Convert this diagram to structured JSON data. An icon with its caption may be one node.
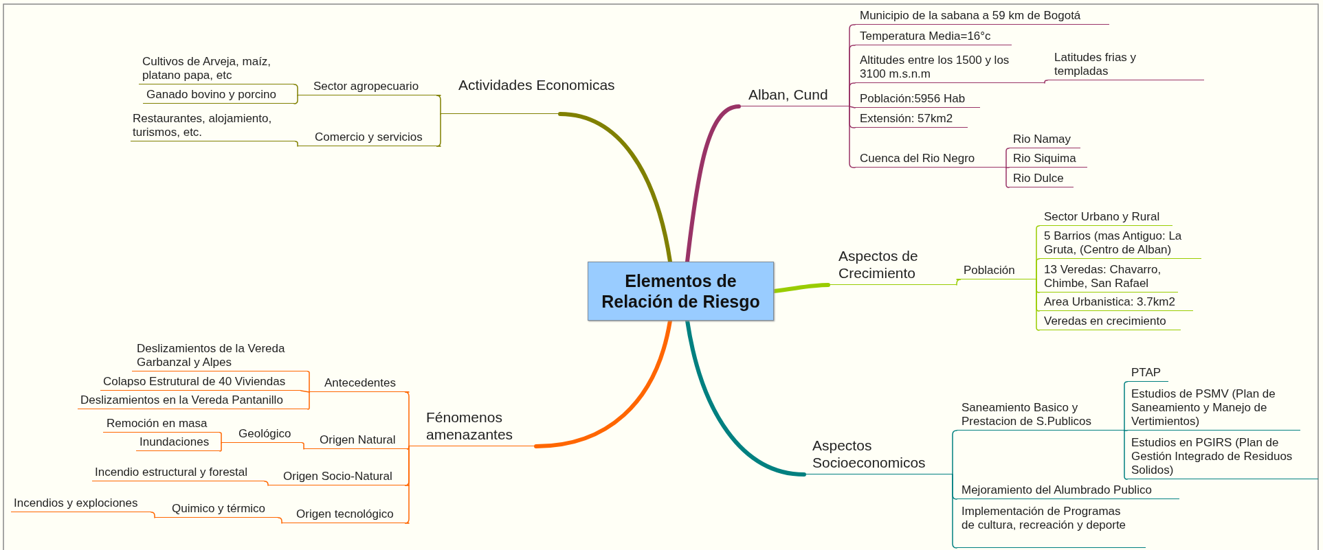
{
  "diagram": {
    "nodes": [
      {
        "text": [
          "Elementos de Relación de Riesgo"
        ]
      },
      {
        "text": [
          "Actividades Economicas"
        ]
      },
      {
        "text": [
          "Sector agropecuario"
        ]
      },
      {
        "text": [
          "Cultivos de Arveja, maíz, platano papa, etc"
        ]
      },
      {
        "text": [
          "Ganado bovino y porcino"
        ]
      },
      {
        "text": [
          "Comercio y servicios"
        ]
      },
      {
        "text": [
          "Restaurantes, alojamiento, turismos, etc."
        ]
      },
      {
        "text": [
          "Alban, Cund"
        ]
      },
      {
        "text": [
          "Municipio de la sabana a 59 km de Bogotá"
        ]
      },
      {
        "text": [
          "Temperatura Media=16°c"
        ]
      },
      {
        "text": [
          "Altitudes entre los 1500 y los 3100 m.s.n.m"
        ]
      },
      {
        "text": [
          "Latitudes frias y templadas"
        ]
      },
      {
        "text": [
          "Población:5956 Hab"
        ]
      },
      {
        "text": [
          "Extensión: 57km2"
        ]
      },
      {
        "text": [
          "Cuenca del Rio Negro"
        ]
      },
      {
        "text": [
          "Rio Namay"
        ]
      },
      {
        "text": [
          "Rio Siquima"
        ]
      },
      {
        "text": [
          "Rio Dulce"
        ]
      },
      {
        "text": [
          "Aspectos de Crecimiento"
        ]
      },
      {
        "text": [
          "Población"
        ]
      },
      {
        "text": [
          "Sector Urbano y Rural"
        ]
      },
      {
        "text": [
          "5 Barrios (mas Antiguo: La Gruta, (Centro de Alban)"
        ]
      },
      {
        "text": [
          "13 Veredas: Chavarro, Chimbe, San Rafael"
        ]
      },
      {
        "text": [
          "Area Urbanistica: 3.7km2"
        ]
      },
      {
        "text": [
          "Veredas en crecimiento"
        ]
      },
      {
        "text": [
          "Aspectos Socioeconomicos"
        ]
      },
      {
        "text": [
          "Saneamiento Basico y Prestacion de S.Publicos"
        ]
      },
      {
        "text": [
          "PTAP"
        ]
      },
      {
        "text": [
          "Estudios de PSMV (Plan de Saneamiento y Manejo de Vertimientos)"
        ]
      },
      {
        "text": [
          "Estudios en PGIRS (Plan de Gestión Integrado de Residuos Solidos)"
        ]
      },
      {
        "text": [
          "Mejoramiento del Alumbrado Publico"
        ]
      },
      {
        "text": [
          "Implementación de Programas de cultura, recreación y deporte"
        ]
      },
      {
        "text": [
          "Fénomenos amenazantes"
        ]
      },
      {
        "text": [
          "Antecedentes"
        ]
      },
      {
        "text": [
          "Deslizamientos de la Vereda Garbanzal y Alpes"
        ]
      },
      {
        "text": [
          "Colapso Estrutural de 40 Viviendas"
        ]
      },
      {
        "text": [
          "Deslizamientos en la Vereda Pantanillo"
        ]
      },
      {
        "text": [
          "Origen Natural"
        ]
      },
      {
        "text": [
          "Geológico"
        ]
      },
      {
        "text": [
          "Remoción en masa"
        ]
      },
      {
        "text": [
          "Inundaciones"
        ]
      },
      {
        "text": [
          "Origen Socio-Natural"
        ]
      },
      {
        "text": [
          "Incendio estructural y forestal"
        ]
      },
      {
        "text": [
          "Origen tecnológico"
        ]
      },
      {
        "text": [
          "Quimico y térmico"
        ]
      },
      {
        "text": [
          "Incendios y explociones"
        ]
      }
    ],
    "edges": [
      {
        "from": 0,
        "to": 1,
        "arrow": "none",
        "style": "thick",
        "color": "#808000"
      },
      {
        "from": 1,
        "to": 2,
        "arrow": "none",
        "color": "#808000"
      },
      {
        "from": 2,
        "to": 3,
        "arrow": "none",
        "color": "#808000"
      },
      {
        "from": 2,
        "to": 4,
        "arrow": "none",
        "color": "#808000"
      },
      {
        "from": 1,
        "to": 5,
        "arrow": "none",
        "color": "#808000"
      },
      {
        "from": 5,
        "to": 6,
        "arrow": "none",
        "color": "#808000"
      },
      {
        "from": 0,
        "to": 7,
        "arrow": "none",
        "style": "thick",
        "color": "#993366"
      },
      {
        "from": 7,
        "to": 8,
        "arrow": "none",
        "color": "#993366"
      },
      {
        "from": 7,
        "to": 9,
        "arrow": "none",
        "color": "#993366"
      },
      {
        "from": 7,
        "to": 10,
        "arrow": "none",
        "color": "#993366"
      },
      {
        "from": 10,
        "to": 11,
        "arrow": "none",
        "color": "#993366"
      },
      {
        "from": 7,
        "to": 12,
        "arrow": "none",
        "color": "#993366"
      },
      {
        "from": 7,
        "to": 13,
        "arrow": "none",
        "color": "#993366"
      },
      {
        "from": 7,
        "to": 14,
        "arrow": "none",
        "color": "#993366"
      },
      {
        "from": 14,
        "to": 15,
        "arrow": "none",
        "color": "#993366"
      },
      {
        "from": 14,
        "to": 16,
        "arrow": "none",
        "color": "#993366"
      },
      {
        "from": 14,
        "to": 17,
        "arrow": "none",
        "color": "#993366"
      },
      {
        "from": 0,
        "to": 18,
        "arrow": "none",
        "style": "thick",
        "color": "#99cc00"
      },
      {
        "from": 18,
        "to": 19,
        "arrow": "none",
        "color": "#99cc00"
      },
      {
        "from": 19,
        "to": 20,
        "arrow": "none",
        "color": "#99cc00"
      },
      {
        "from": 19,
        "to": 21,
        "arrow": "none",
        "color": "#99cc00"
      },
      {
        "from": 19,
        "to": 22,
        "arrow": "none",
        "color": "#99cc00"
      },
      {
        "from": 19,
        "to": 23,
        "arrow": "none",
        "color": "#99cc00"
      },
      {
        "from": 19,
        "to": 24,
        "arrow": "none",
        "color": "#99cc00"
      },
      {
        "from": 0,
        "to": 25,
        "arrow": "none",
        "style": "thick",
        "color": "#008080"
      },
      {
        "from": 25,
        "to": 26,
        "arrow": "none",
        "color": "#008080"
      },
      {
        "from": 26,
        "to": 27,
        "arrow": "none",
        "color": "#008080"
      },
      {
        "from": 26,
        "to": 28,
        "arrow": "none",
        "color": "#008080"
      },
      {
        "from": 26,
        "to": 29,
        "arrow": "none",
        "color": "#008080"
      },
      {
        "from": 25,
        "to": 30,
        "arrow": "none",
        "color": "#008080"
      },
      {
        "from": 25,
        "to": 31,
        "arrow": "none",
        "color": "#008080"
      },
      {
        "from": 0,
        "to": 32,
        "arrow": "none",
        "style": "thick"
      },
      {
        "from": 32,
        "to": 33,
        "arrow": "none"
      },
      {
        "from": 33,
        "to": 34,
        "arrow": "none"
      },
      {
        "from": 33,
        "to": 35,
        "arrow": "none"
      },
      {
        "from": 33,
        "to": 36,
        "arrow": "none"
      },
      {
        "from": 32,
        "to": 37,
        "arrow": "none"
      },
      {
        "from": 37,
        "to": 38,
        "arrow": "none"
      },
      {
        "from": 38,
        "to": 39,
        "arrow": "none"
      },
      {
        "from": 38,
        "to": 40,
        "arrow": "none"
      },
      {
        "from": 32,
        "to": 41,
        "arrow": "none"
      },
      {
        "from": 41,
        "to": 42,
        "arrow": "none"
      },
      {
        "from": 32,
        "to": 43,
        "arrow": "none"
      },
      {
        "from": 43,
        "to": 44,
        "arrow": "none"
      },
      {
        "from": 44,
        "to": 45,
        "arrow": "none"
      }
    ]
  }
}
